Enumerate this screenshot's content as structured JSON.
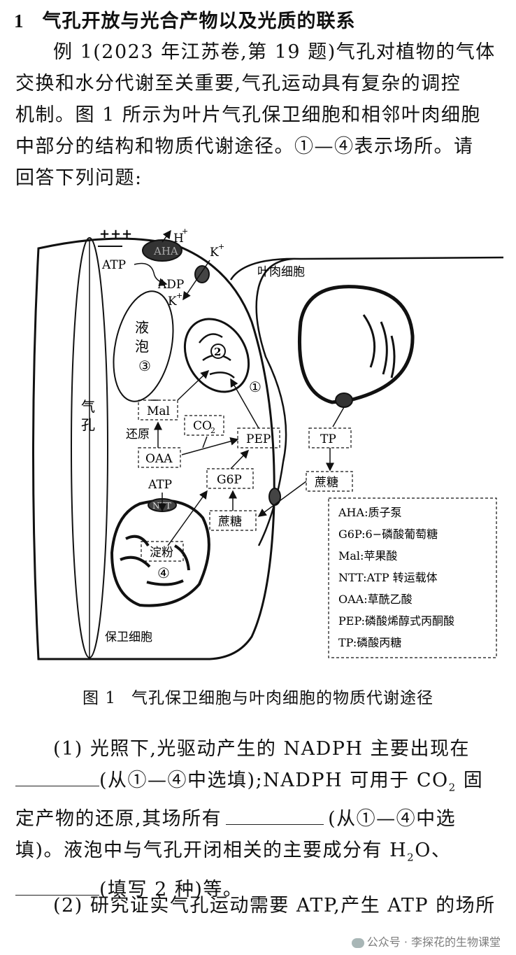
{
  "heading": {
    "number": "1",
    "text": "气孔开放与光合产物以及光质的联系"
  },
  "intro": [
    "例 1(2023 年江苏卷,第 19 题)气孔对植物的气体",
    "交换和水分代谢至关重要,气孔运动具有复杂的调控",
    "机制。图 1 所示为叶片气孔保卫细胞和相邻叶肉细胞",
    "中部分的结构和物质代谢途径。①—④表示场所。请",
    "回答下列问题:"
  ],
  "figure": {
    "labels": {
      "h": "H",
      "plus": "+",
      "k": "K",
      "atp": "ATP",
      "adp": "ADP",
      "aha": "AHA",
      "ntt": "NTT",
      "vacuole_1": "液",
      "vacuole_2": "泡",
      "site3": "③",
      "site2": "2",
      "site1": "①",
      "site4": "④",
      "stoma_1": "气",
      "stoma_2": "孔",
      "mal": "Mal",
      "co": "CO",
      "co_sub": "2",
      "reduce": "还原",
      "pep": "PEP",
      "oaa": "OAA",
      "g6p": "G6P",
      "atp2": "ATP",
      "sucrose": "蔗糖",
      "starch": "淀粉",
      "tp": "TP",
      "sucrose2": "蔗糖",
      "mesophyll": "叶肉细胞",
      "guard": "保卫细胞"
    },
    "legend": [
      "AHA:质子泵",
      "G6P:6−磷酸葡萄糖",
      "Mal:苹果酸",
      "NTT:ATP 转运载体",
      "OAA:草酰乙酸",
      "PEP:磷酸烯醇式丙酮酸",
      "TP:磷酸丙糖"
    ],
    "caption_fig": "图 1",
    "caption_text": "气孔保卫细胞与叶肉细胞的物质代谢途径"
  },
  "q1": {
    "a": "(1) 光照下,光驱动产生的 NADPH 主要出现在",
    "b": "(从①—④中选填);NADPH 可用于 CO",
    "b_sub": "2",
    "b_end": " 固",
    "c": "定产物的还原,其场所有",
    "c_end": "(从①—④中选",
    "d": "填)。液泡中与气孔开闭相关的主要成分有 H",
    "d_sub": "2",
    "d_end": "O、",
    "e": "(填写 2 种)等。"
  },
  "q2": {
    "text": "(2) 研究证实气孔运动需要 ATP,产生 ATP 的场所"
  },
  "watermark": {
    "text": "公众号 · 李探花的生物课堂"
  }
}
